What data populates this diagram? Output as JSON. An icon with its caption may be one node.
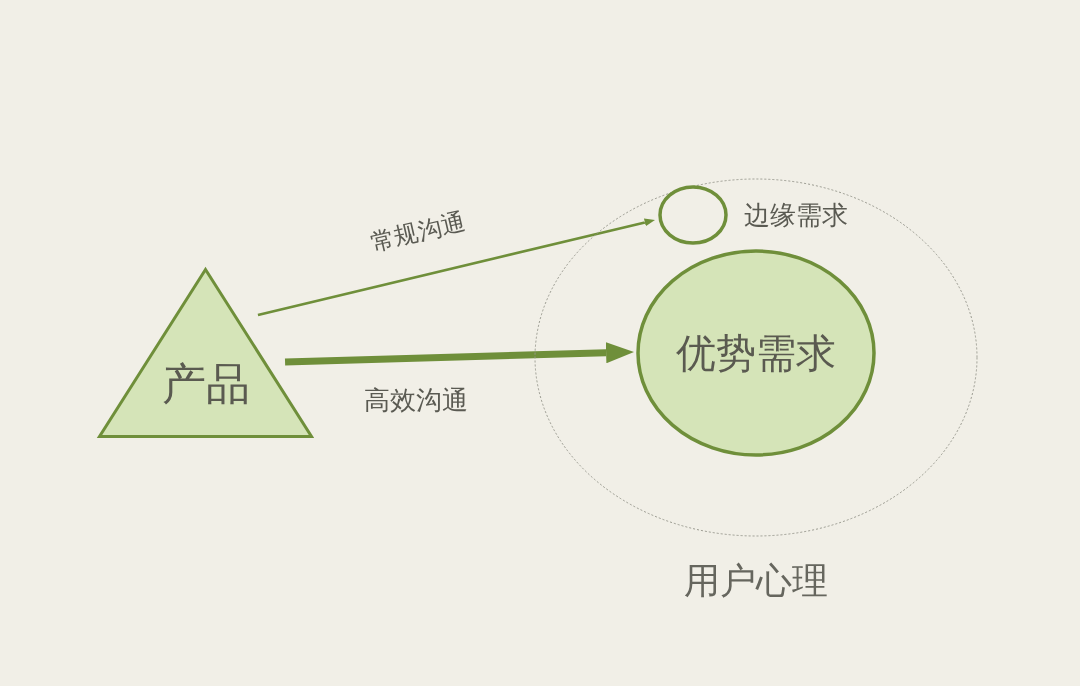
{
  "diagram": {
    "nodes": [
      {
        "text": [
          "产品"
        ]
      },
      {
        "text": [
          "用户心理"
        ]
      },
      {
        "text": [],
        "shape": "circle",
        "in": 1,
        "beside": [
          "边缘需求"
        ]
      },
      {
        "text": [
          "优势需求"
        ],
        "in": 1
      }
    ],
    "edges": [
      {
        "from": 0,
        "to": 2,
        "arrow": "to",
        "label": "常规沟通"
      },
      {
        "from": 0,
        "to": 3,
        "arrow": "to",
        "label": "高效沟通",
        "style": "thick"
      }
    ]
  }
}
